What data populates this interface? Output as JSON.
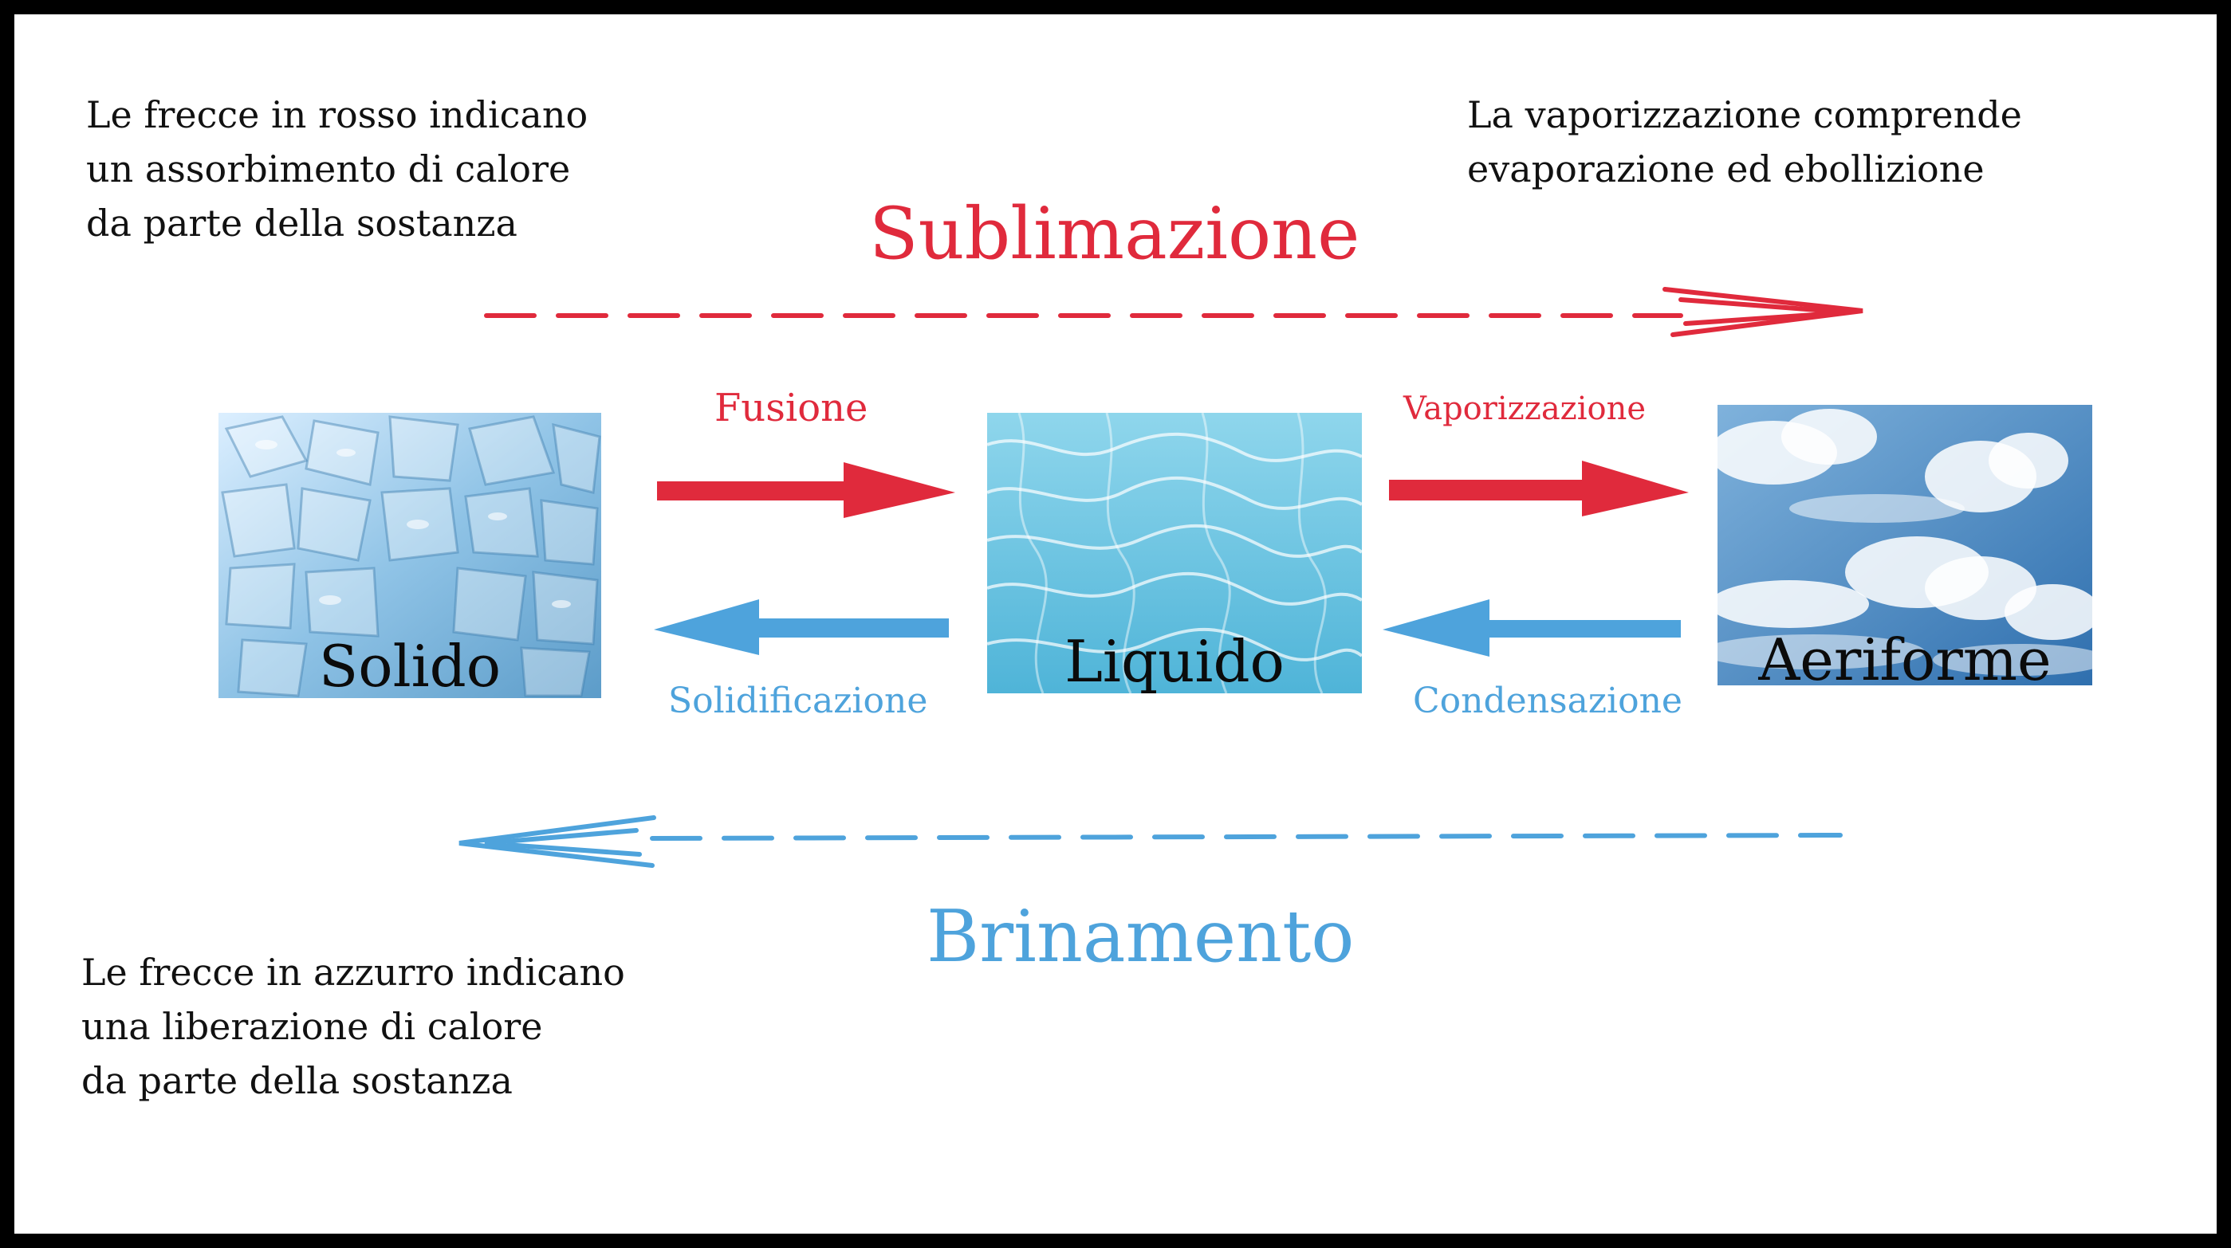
{
  "notes": {
    "red_note": "Le frecce in rosso indicano\nun assorbimento di calore\nda parte della sostanza",
    "vapor_note": "La vaporizzazione comprende\nevaporazione ed ebollizione",
    "blue_note": "Le frecce in azzurro indicano\nuna liberazione di calore\nda parte della sostanza"
  },
  "states": {
    "solid": "Solido",
    "liquid": "Liquido",
    "gas": "Aeriforme"
  },
  "transitions": {
    "sublimation": "Sublimazione",
    "deposition": "Brinamento",
    "fusion": "Fusione",
    "vaporization": "Vaporizzazione",
    "solidification": "Solidificazione",
    "condensation": "Condensazione"
  },
  "colors": {
    "heat_absorbed": "#e02a3c",
    "heat_released": "#4ea3dc"
  }
}
